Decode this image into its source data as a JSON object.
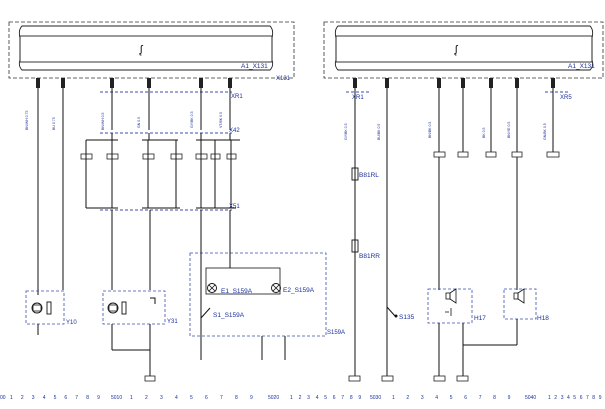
{
  "ecu_left": {
    "label": "A1_X131",
    "connector": "X131",
    "symbol": "ᶘ"
  },
  "ecu_right": {
    "label": "A1_X131",
    "symbol": "ᶘ"
  },
  "connectors": {
    "xr1_left": "XR1",
    "x42": "X42",
    "x51": "X51",
    "xr1_right": "XR1",
    "xr5": "XR5"
  },
  "components": {
    "y10": "Y10",
    "y31": "Y31",
    "e1": "E1_S159A",
    "e2": "E2_S159A",
    "s1": "S1_S159A",
    "s159a": "S159A",
    "b81rl": "B81RL",
    "b81rr": "B81RR",
    "s135": "S135",
    "h17": "H17",
    "h18": "H18"
  },
  "footer": {
    "start": "00",
    "digits_a": [
      "1",
      "2",
      "3",
      "4",
      "5",
      "6",
      "7",
      "8",
      "9"
    ],
    "m1": "5010",
    "m2": "5020",
    "m3": "5030",
    "m4": "5040"
  }
}
